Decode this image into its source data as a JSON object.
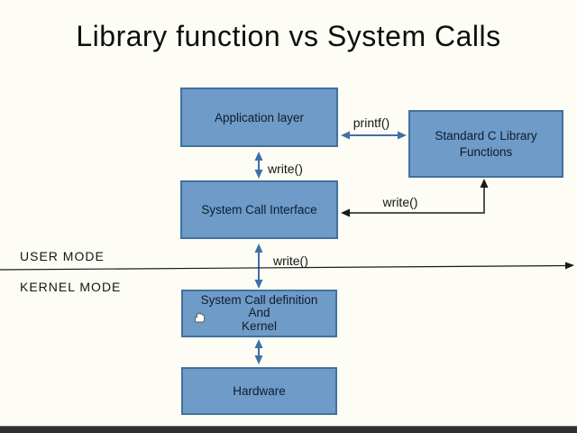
{
  "title": "Library function vs System Calls",
  "diagram": {
    "boxes": {
      "application_layer": {
        "label": "Application layer"
      },
      "standard_c_library": {
        "lines": [
          "Standard C Library",
          "Functions"
        ]
      },
      "system_call_interface": {
        "label": "System Call Interface"
      },
      "kernel": {
        "lines": [
          "System Call definition",
          "And",
          "Kernel"
        ]
      },
      "hardware": {
        "label": "Hardware"
      }
    },
    "arrow_labels": {
      "printf_app_to_lib": "printf()",
      "write_app_to_sci": "write()",
      "write_lib_to_sci": "write()",
      "write_sci_to_kernel": "write()"
    },
    "mode_labels": {
      "user_mode": "USER MODE",
      "kernel_mode": "KERNEL MODE"
    },
    "icons": {
      "hand_cursor": "white-hand-pointer-cursor"
    },
    "colors": {
      "background": "#FDFDF6",
      "box_fill": "#6E9BC7",
      "box_border": "#41719C",
      "box_text": "#0F1C2E",
      "arrow_blue": "#3E6FA8",
      "arrow_black": "#1A1A1A",
      "bottom_bar": "#303030"
    }
  }
}
